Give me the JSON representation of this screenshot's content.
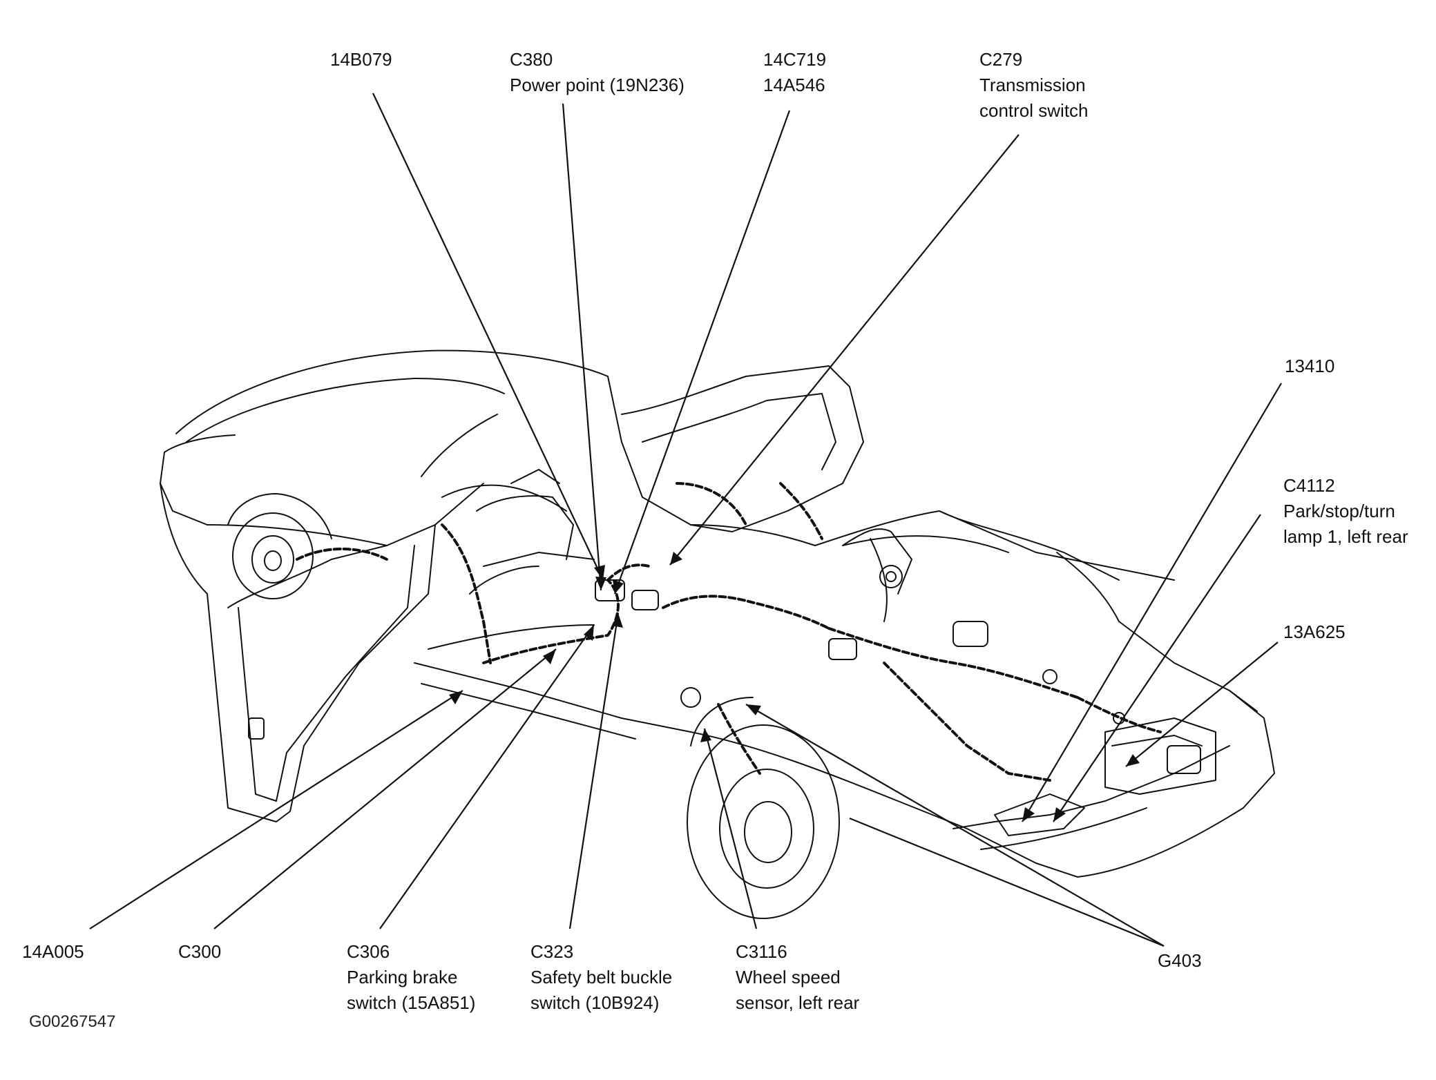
{
  "figure_id": "G00267547",
  "callouts": [
    {
      "id": "14B079",
      "lines": [
        "14B079"
      ]
    },
    {
      "id": "C380",
      "lines": [
        "C380",
        "Power point (19N236)"
      ]
    },
    {
      "id": "14C719",
      "lines": [
        "14C719",
        "14A546"
      ]
    },
    {
      "id": "C279",
      "lines": [
        "C279",
        "Transmission",
        "control switch"
      ]
    },
    {
      "id": "13410",
      "lines": [
        "13410"
      ]
    },
    {
      "id": "C4112",
      "lines": [
        "C4112",
        "Park/stop/turn",
        "lamp 1, left rear"
      ]
    },
    {
      "id": "13A625",
      "lines": [
        "13A625"
      ]
    },
    {
      "id": "14A005",
      "lines": [
        "14A005"
      ]
    },
    {
      "id": "C300",
      "lines": [
        "C300"
      ]
    },
    {
      "id": "C306",
      "lines": [
        "C306",
        "Parking brake",
        "switch (15A851)"
      ]
    },
    {
      "id": "C323",
      "lines": [
        "C323",
        "Safety belt buckle",
        "switch (10B924)"
      ]
    },
    {
      "id": "C3116",
      "lines": [
        "C3116",
        "Wheel speed",
        "sensor, left rear"
      ]
    },
    {
      "id": "G403",
      "lines": [
        "G403"
      ]
    }
  ]
}
